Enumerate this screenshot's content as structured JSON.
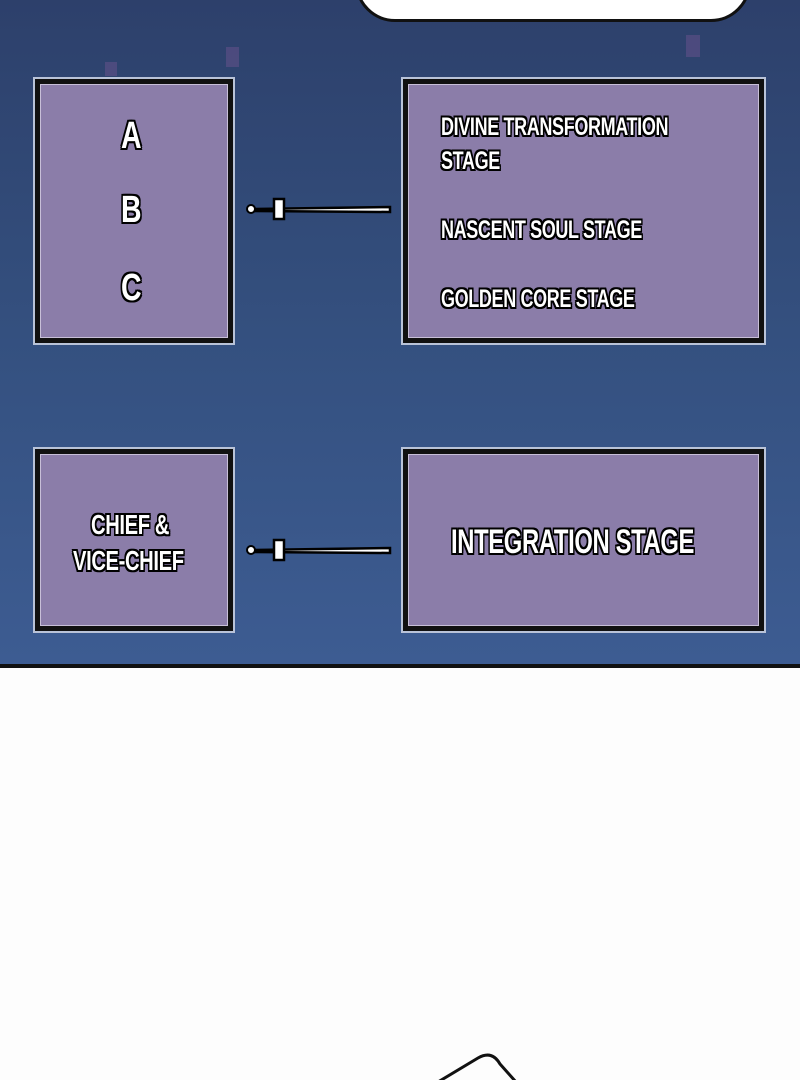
{
  "diagram": {
    "rows": [
      {
        "left": {
          "lines": [
            "A",
            "B",
            "C"
          ]
        },
        "right": {
          "lines": [
            "DIVINE TRANSFORMATION",
            "STAGE",
            "NASCENT SOUL STAGE",
            "GOLDEN CORE STAGE"
          ]
        }
      },
      {
        "left": {
          "lines": [
            "CHIEF &",
            "VICE-CHIEF"
          ]
        },
        "right": {
          "lines": [
            "INTEGRATION STAGE"
          ]
        }
      }
    ]
  },
  "colors": {
    "background": "#34507f",
    "box_fill": "#8b7da9",
    "border": "#111111"
  }
}
